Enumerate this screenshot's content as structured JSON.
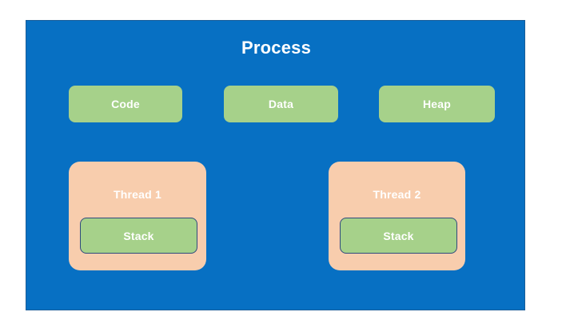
{
  "diagram": {
    "title": "Process",
    "colors": {
      "process_fill": "#0770C3",
      "segment_fill": "#A6D18A",
      "thread_fill": "#F8CDAD",
      "stack_border": "#2E4A7D",
      "label_text": "#FFFFFF",
      "page_background": "#FFFFFF"
    },
    "segments": [
      {
        "label": "Code"
      },
      {
        "label": "Data"
      },
      {
        "label": "Heap"
      }
    ],
    "threads": [
      {
        "label": "Thread 1",
        "stack": {
          "label": "Stack"
        }
      },
      {
        "label": "Thread 2",
        "stack": {
          "label": "Stack"
        }
      }
    ]
  }
}
